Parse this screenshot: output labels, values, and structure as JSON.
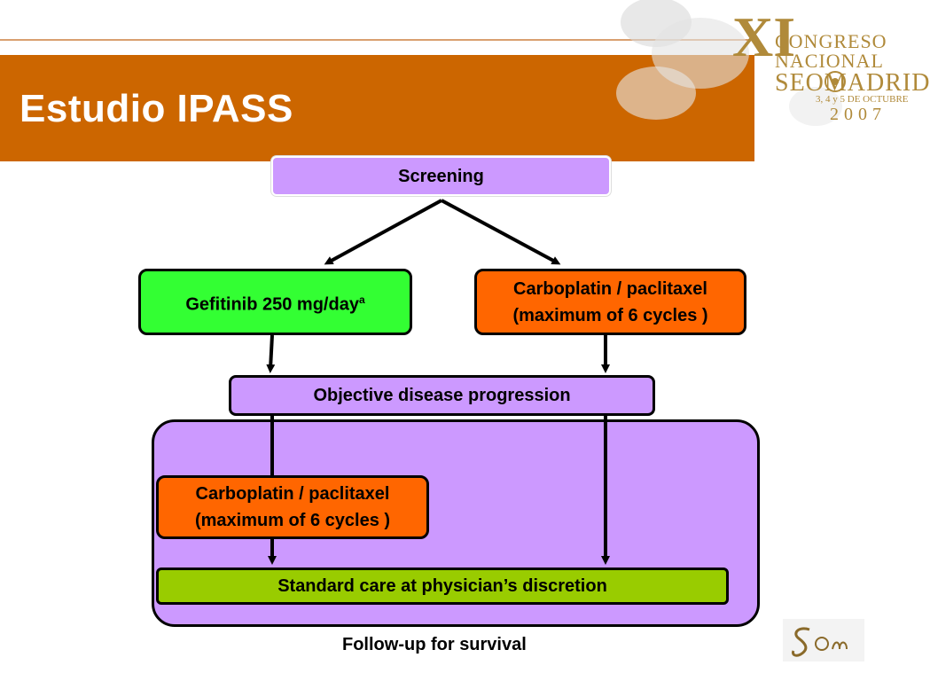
{
  "slide": {
    "title": "Estudio IPASS"
  },
  "logo": {
    "roman": "XI",
    "line1": "CONGRESO",
    "line2": "NACIONAL",
    "line3": "SEOMADRID",
    "line4": "3, 4 y 5 DE OCTUBRE",
    "line5": "2007"
  },
  "diagram": {
    "screening": "Screening",
    "gefitinib": "Gefitinib 250 mg/day",
    "gefitinib_sup": "a",
    "carbo_1_line1": "Carboplatin / paclitaxel",
    "carbo_1_line2": "(maximum of 6 cycles )",
    "progression": "Objective disease progression",
    "carbo_2_line1": "Carboplatin / paclitaxel",
    "carbo_2_line2": "(maximum of 6 cycles )",
    "standard_care": "Standard care at physician’s discretion",
    "followup": "Follow-up for survival"
  },
  "colors": {
    "header": "#cc6600",
    "purple": "#cc99ff",
    "green": "#33ff33",
    "orange": "#ff6600",
    "olive": "#99cc00"
  }
}
